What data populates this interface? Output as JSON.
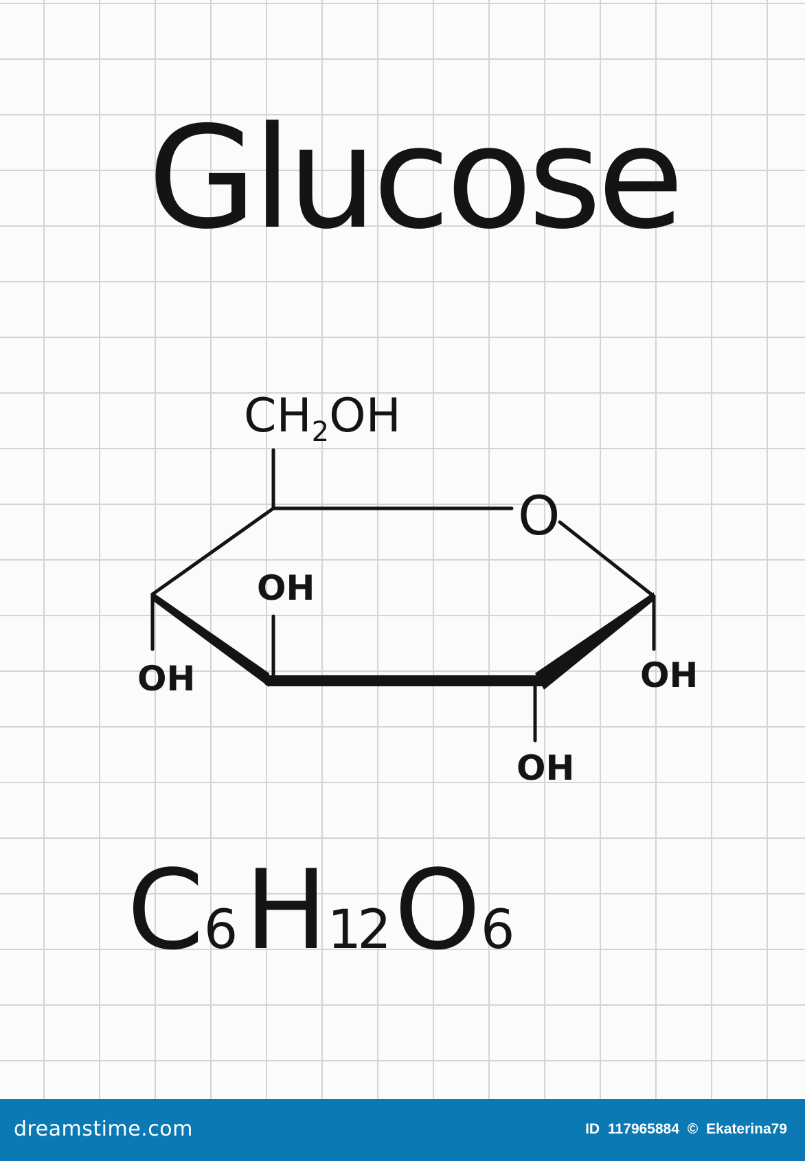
{
  "title": "Glucose",
  "structure": {
    "substituent_top": {
      "main": "CH",
      "sub": "2",
      "tail": "OH"
    },
    "ring_oxygen": "O",
    "hydroxyls": [
      "OH",
      "OH",
      "OH",
      "OH"
    ]
  },
  "formula": {
    "parts": [
      {
        "symbol": "C",
        "count": "6"
      },
      {
        "symbol": "H",
        "count": "12"
      },
      {
        "symbol": "O",
        "count": "6"
      }
    ]
  },
  "footer": {
    "brand": "dreamstime.com",
    "id_label": "ID",
    "id_value": "117965884",
    "copyright_symbol": "©",
    "author": "Ekaterina79",
    "background_color": "#0a79b4"
  }
}
